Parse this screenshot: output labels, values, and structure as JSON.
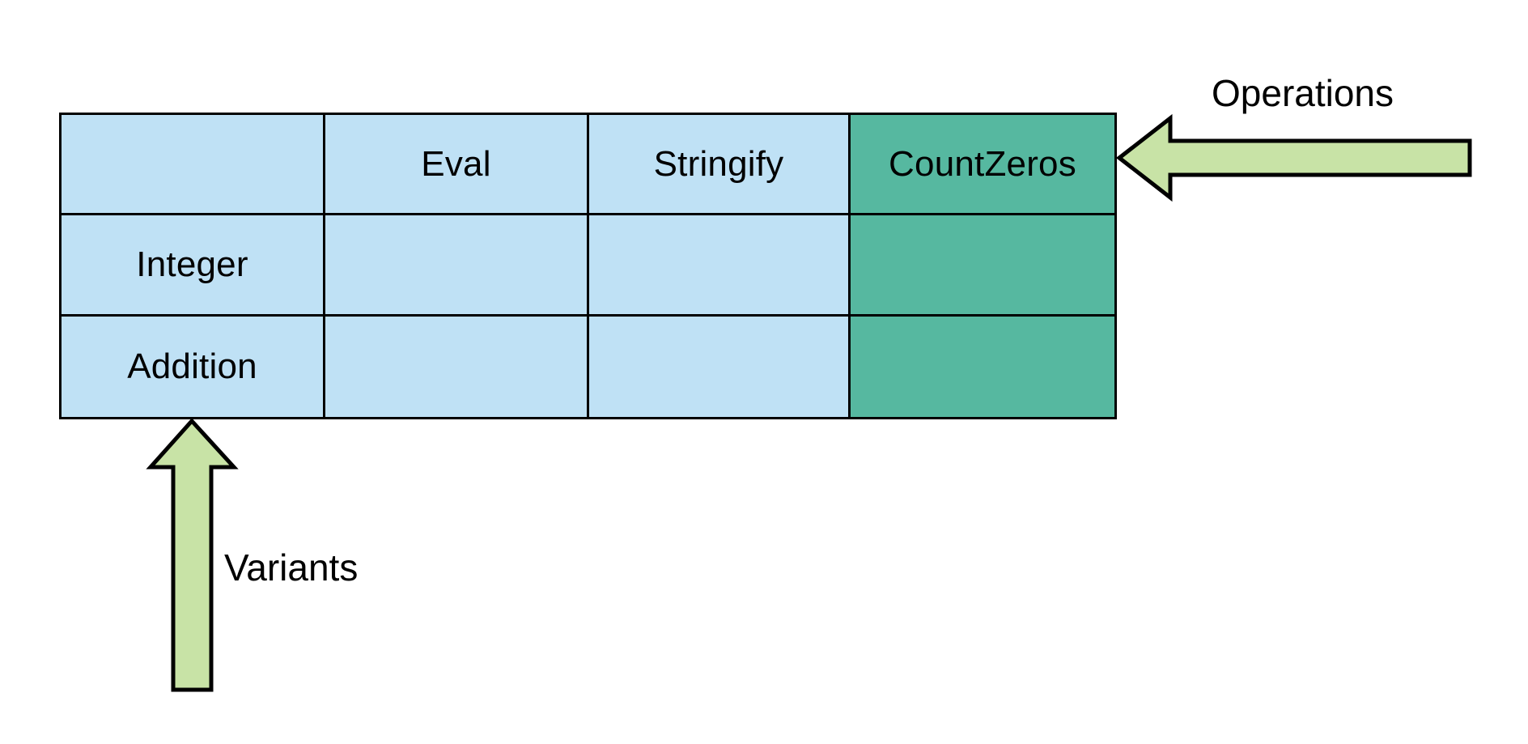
{
  "diagram": {
    "title_text": "",
    "colors": {
      "cell_fill": "#bfe1f5",
      "highlight_fill": "#56b8a0",
      "arrow_fill": "#c8e3a6",
      "stroke": "#000000",
      "background": "#ffffff"
    }
  },
  "matrix": {
    "corner_label": "",
    "column_headers": [
      "Eval",
      "Stringify",
      "CountZeros"
    ],
    "row_headers": [
      "Integer",
      "Addition"
    ],
    "highlighted_column": "CountZeros",
    "cells": [
      [
        "",
        "",
        ""
      ],
      [
        "",
        "",
        ""
      ]
    ]
  },
  "annotations": {
    "operations_arrow_label": "Operations",
    "variants_arrow_label": "Variants"
  },
  "chart_data": {
    "type": "table",
    "title": "",
    "xlabel": "Operations",
    "ylabel": "Variants",
    "categories": [
      "Eval",
      "Stringify",
      "CountZeros"
    ],
    "rows": [
      "Integer",
      "Addition"
    ],
    "values": [
      [
        "",
        "",
        ""
      ],
      [
        "",
        "",
        ""
      ]
    ],
    "highlight": {
      "column": "CountZeros",
      "color": "#56b8a0",
      "note": "entire CountZeros column highlighted including its header cell"
    },
    "grid": true,
    "legend": "none"
  }
}
